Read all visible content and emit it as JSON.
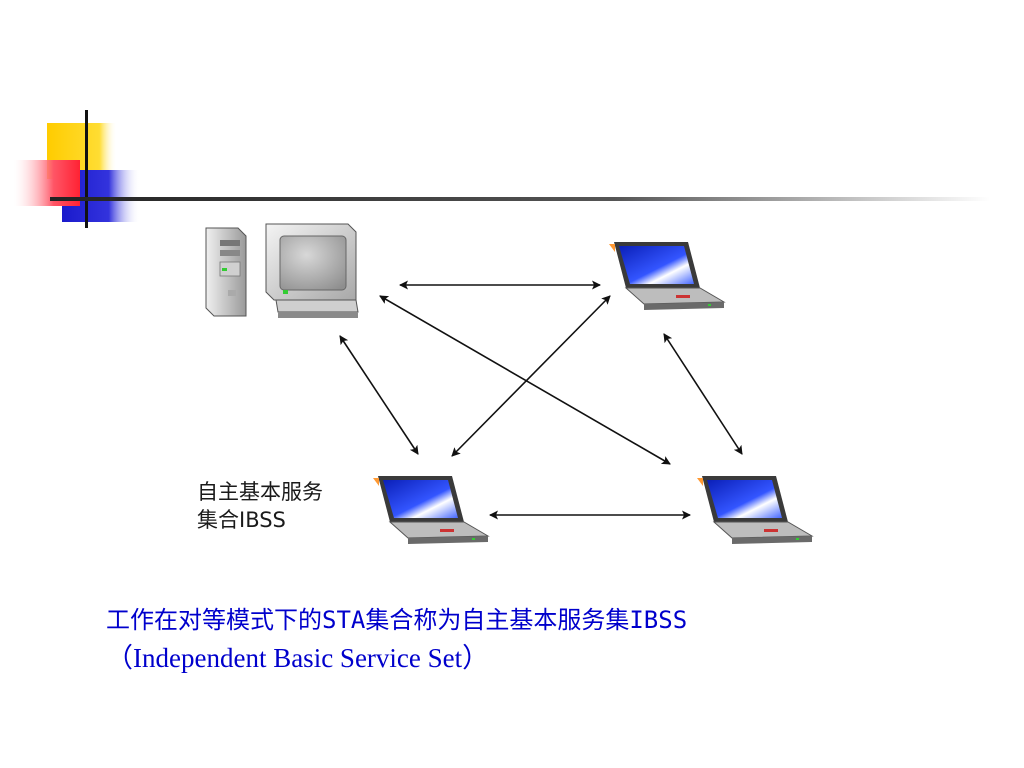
{
  "diagram": {
    "label_line1": "自主基本服务",
    "label_line2": "集合IBSS"
  },
  "caption": {
    "line1": "工作在对等模式下的STA集合称为自主基本服务集IBSS",
    "line2": "（Independent Basic Service Set）"
  },
  "colors": {
    "caption_text": "#0000cc",
    "decor_yellow": "#ffcc00",
    "decor_red": "#ff4455",
    "decor_blue": "#2a2ad8",
    "laptop_screen": "#1f3ad8"
  },
  "icons": [
    "desktop-computer-icon",
    "laptop-icon"
  ]
}
